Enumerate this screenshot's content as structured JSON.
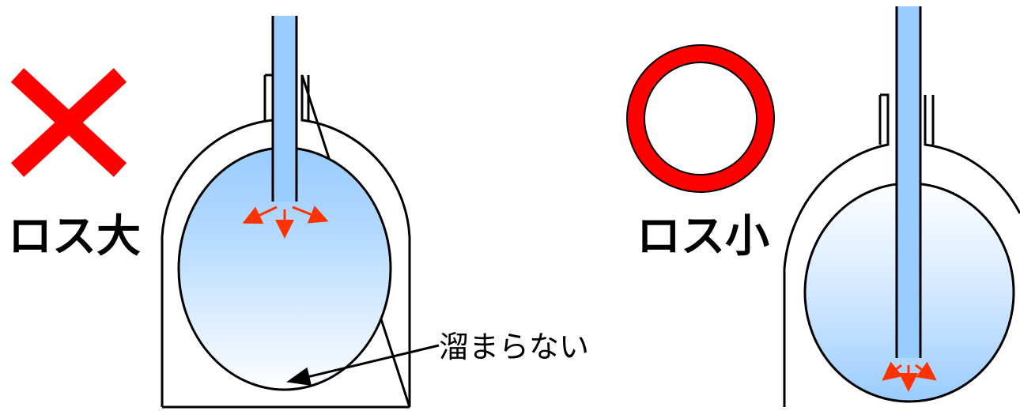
{
  "left_panel": {
    "verdict_label": "ロス大",
    "annotation": "溜まらない"
  },
  "right_panel": {
    "verdict_label": "ロス小"
  },
  "colors": {
    "mark_red": "#ff0000",
    "water_blue": "#99ccff",
    "arrow_orange": "#ff3300",
    "outline": "#000000"
  },
  "icons": {
    "bad_mark": "cross-mark-icon",
    "good_mark": "circle-mark-icon"
  }
}
